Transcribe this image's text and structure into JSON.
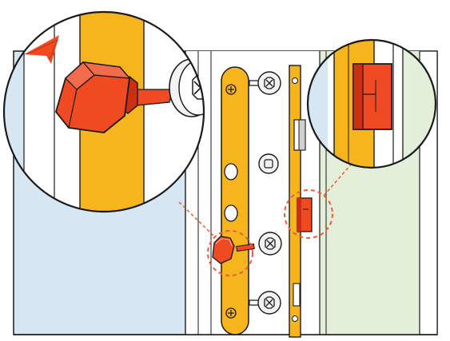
{
  "image": {
    "kind": "door lock installation illustration",
    "colors": {
      "frame_blue": "#d6e6f3",
      "frame_green": "#e3efd9",
      "gold_strip": "#f7b51d",
      "red_part": "#f04a23",
      "red_dark": "#c92f10",
      "outline": "#1a1a1a",
      "screw_head": "#f3f3f3",
      "dashed_callout": "#f05a38"
    },
    "icons": [
      "lock-plate",
      "thumb-turn-knob",
      "screw-head",
      "latch-block",
      "pointer-arrow"
    ]
  }
}
